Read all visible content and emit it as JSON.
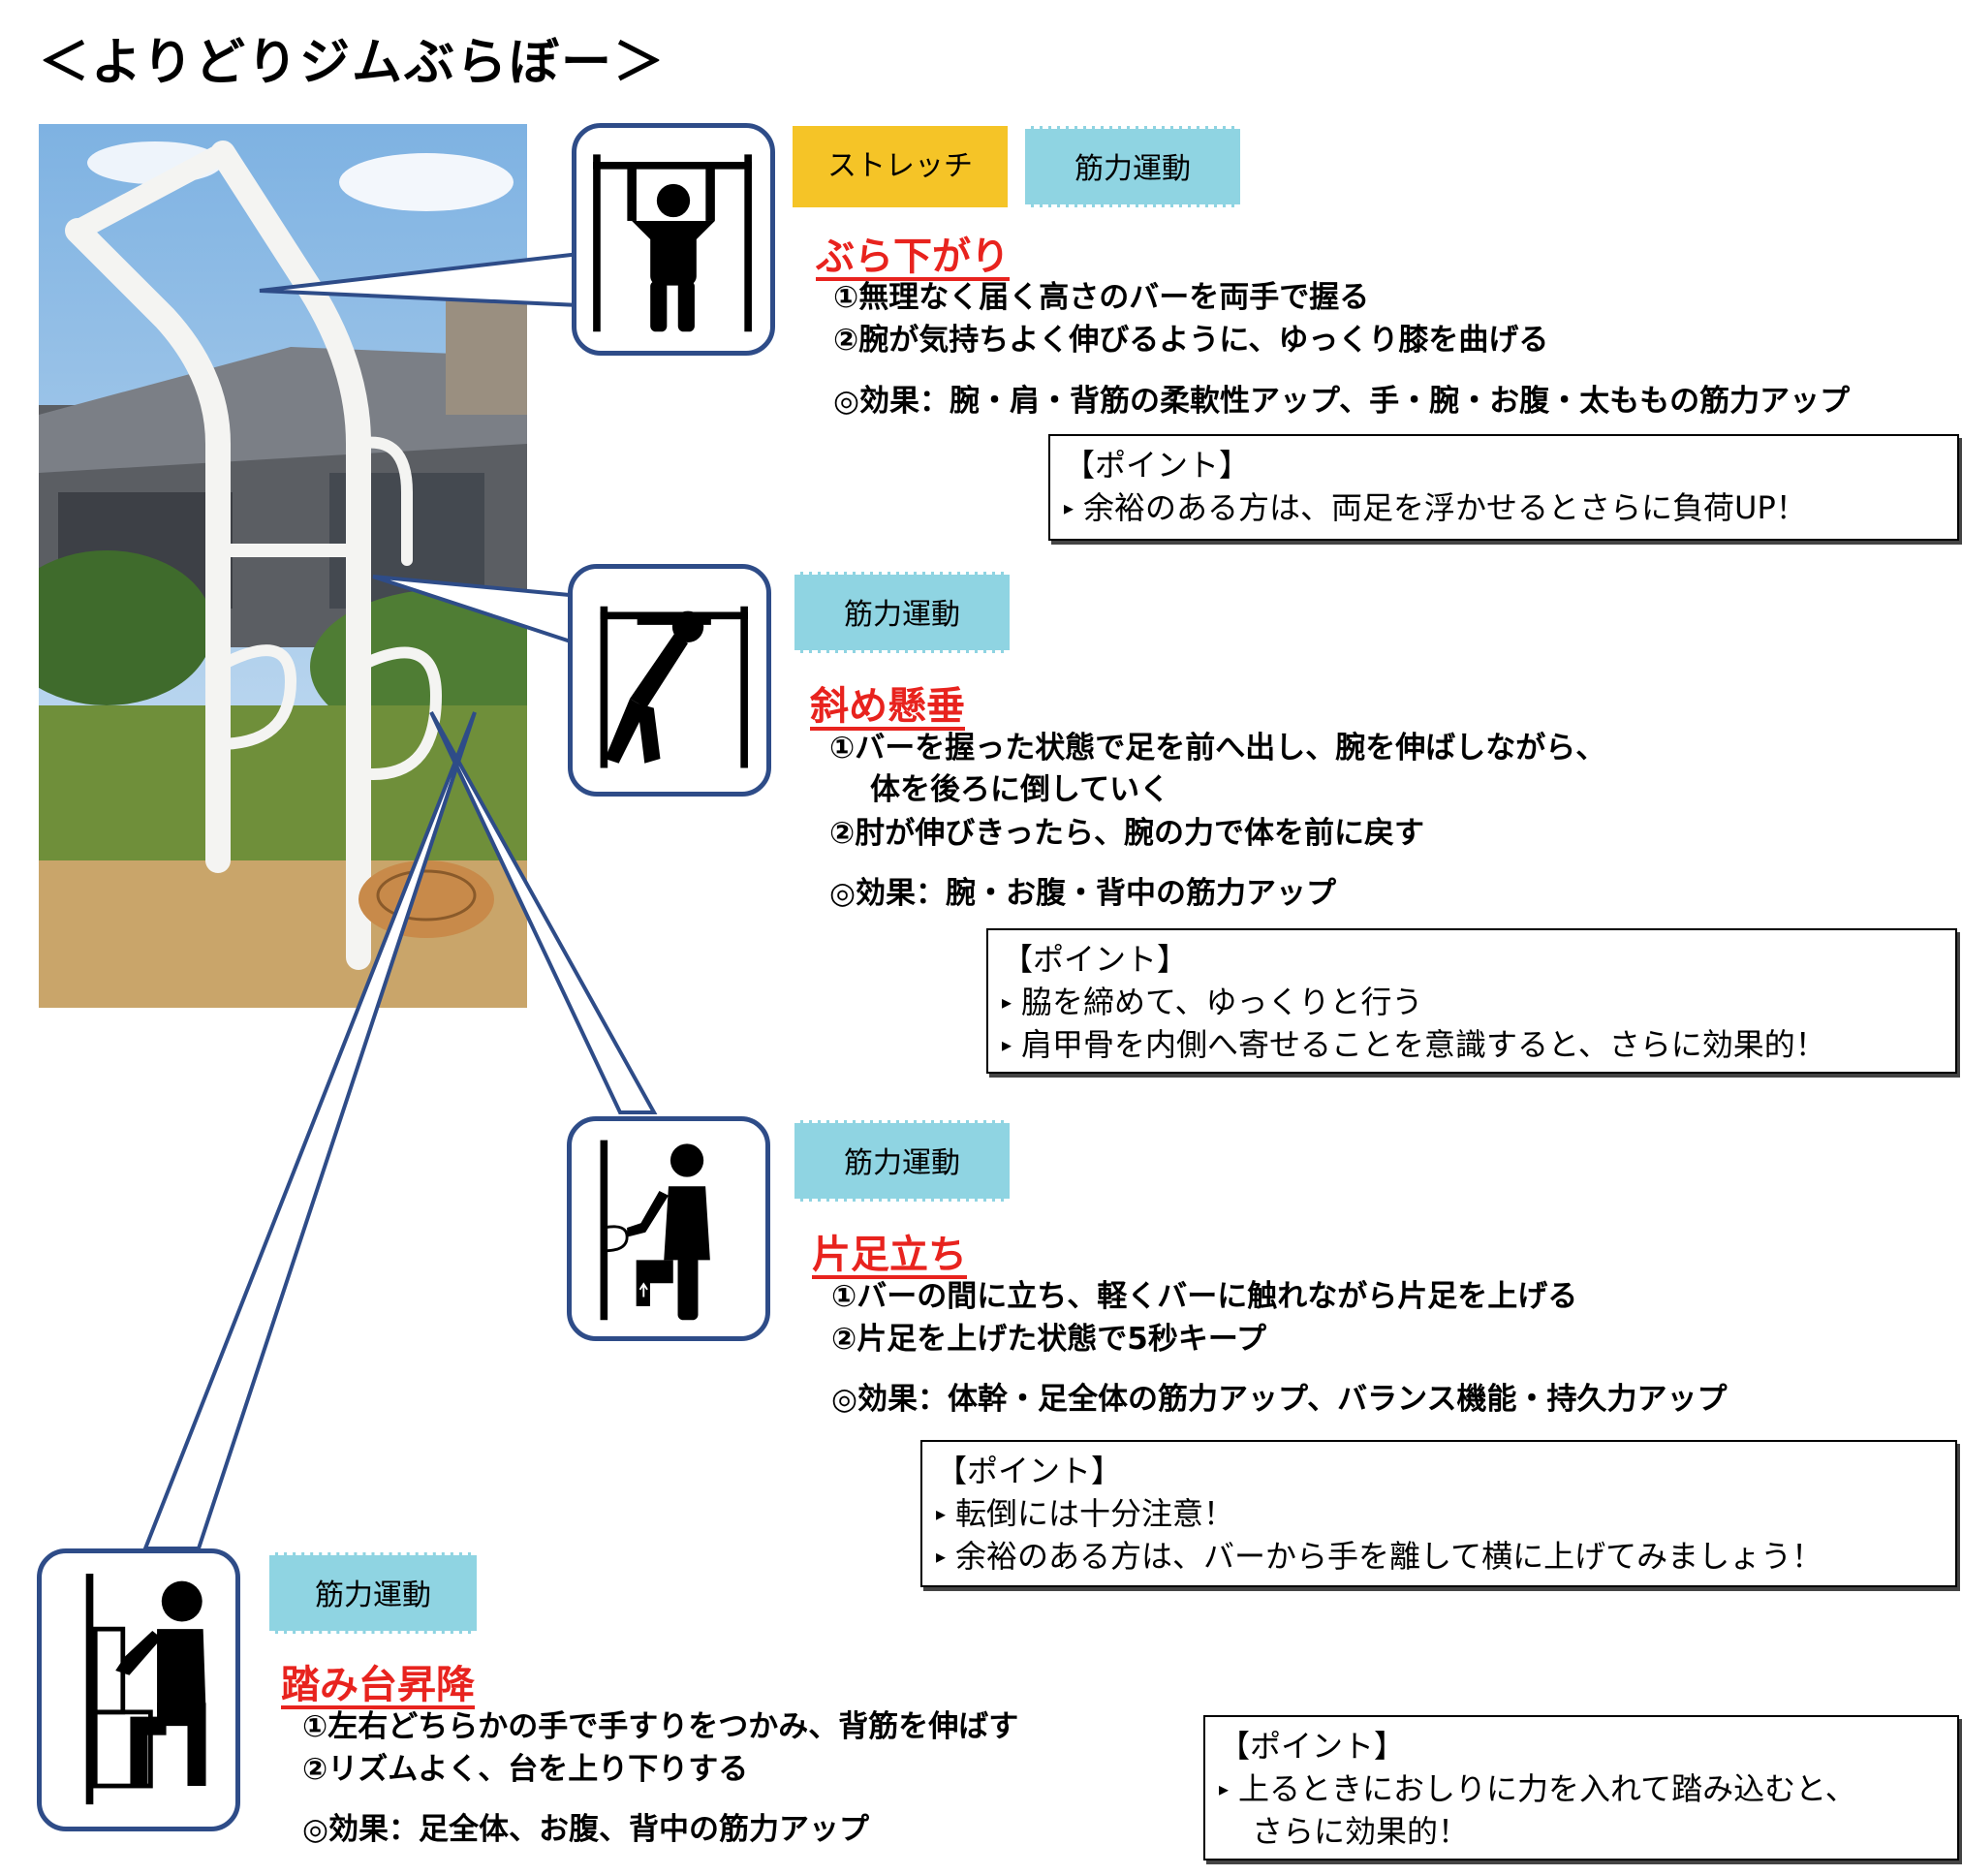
{
  "page_title": "＜よりどりジムぶらぼー＞",
  "sections": [
    {
      "tags": [
        "ストレッチ",
        "筋力運動"
      ],
      "title": "ぶら下がり",
      "steps": [
        "①無理なく届く高さのバーを両手で握る",
        "②腕が気持ちよく伸びるように、ゆっくり膝を曲げる"
      ],
      "effect": "◎効果：腕・肩・背筋の柔軟性アップ、手・腕・お腹・太ももの筋力アップ",
      "point_heading": "【ポイント】",
      "points": [
        "余裕のある方は、両足を浮かせるとさらに負荷UP！"
      ]
    },
    {
      "tags": [
        "筋力運動"
      ],
      "title": "斜め懸垂",
      "steps": [
        "①バーを握った状態で足を前へ出し、腕を伸ばしながら、",
        "体を後ろに倒していく",
        "②肘が伸びきったら、腕の力で体を前に戻す"
      ],
      "effect": "◎効果：腕・お腹・背中の筋力アップ",
      "point_heading": "【ポイント】",
      "points": [
        "脇を締めて、ゆっくりと行う",
        "肩甲骨を内側へ寄せることを意識すると、さらに効果的！"
      ]
    },
    {
      "tags": [
        "筋力運動"
      ],
      "title": "片足立ち",
      "steps": [
        "①バーの間に立ち、軽くバーに触れながら片足を上げる",
        "②片足を上げた状態で5秒キープ"
      ],
      "effect": "◎効果：体幹・足全体の筋力アップ、バランス機能・持久力アップ",
      "point_heading": "【ポイント】",
      "points": [
        "転倒には十分注意！",
        "余裕のある方は、バーから手を離して横に上げてみましょう！"
      ]
    },
    {
      "tags": [
        "筋力運動"
      ],
      "title": "踏み台昇降",
      "steps": [
        "①左右どちらかの手で手すりをつかみ、背筋を伸ばす",
        "②リズムよく、台を上り下りする"
      ],
      "effect": "◎効果：足全体、お腹、背中の筋力アップ",
      "point_heading": "【ポイント】",
      "points": [
        "上るときにおしりに力を入れて踏み込むと、",
        "さらに効果的！"
      ]
    }
  ],
  "bullet_glyph": "▸",
  "colors": {
    "title_red": "#e8231e",
    "tag_yellow": "#f5c427",
    "tag_blue": "#8fd4e2",
    "frame_navy": "#2e4c88"
  },
  "icons": [
    "hanging-person-icon",
    "inverted-row-icon",
    "one-leg-stand-icon",
    "step-up-icon"
  ]
}
